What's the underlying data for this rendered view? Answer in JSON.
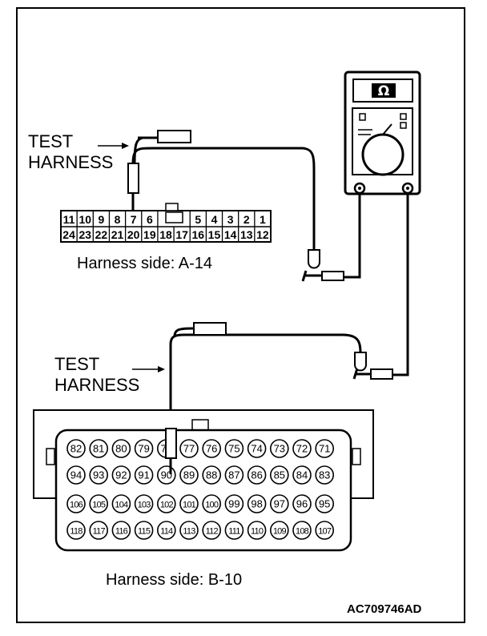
{
  "labels": {
    "test_harness_1": [
      "TEST",
      "HARNESS"
    ],
    "test_harness_2": [
      "TEST",
      "HARNESS"
    ],
    "harness_side_a": "Harness side: A-14",
    "harness_side_b": "Harness side: B-10",
    "figure_code": "AC709746AD",
    "meter_symbol": "Ω"
  },
  "connector_a14": {
    "top_row": [
      "11",
      "10",
      "9",
      "8",
      "7",
      "6",
      "",
      "",
      "5",
      "4",
      "3",
      "2",
      "1"
    ],
    "bottom_row": [
      "24",
      "23",
      "22",
      "21",
      "20",
      "19",
      "18",
      "17",
      "16",
      "15",
      "14",
      "13",
      "12"
    ]
  },
  "connector_b10": {
    "rows": [
      [
        "82",
        "81",
        "80",
        "79",
        "78",
        "77",
        "76",
        "75",
        "74",
        "73",
        "72",
        "71"
      ],
      [
        "94",
        "93",
        "92",
        "91",
        "90",
        "89",
        "88",
        "87",
        "86",
        "85",
        "84",
        "83"
      ],
      [
        "106",
        "105",
        "104",
        "103",
        "102",
        "101",
        "100",
        "99",
        "98",
        "97",
        "96",
        "95"
      ],
      [
        "118",
        "117",
        "116",
        "115",
        "114",
        "113",
        "112",
        "111",
        "110",
        "109",
        "108",
        "107"
      ]
    ]
  }
}
